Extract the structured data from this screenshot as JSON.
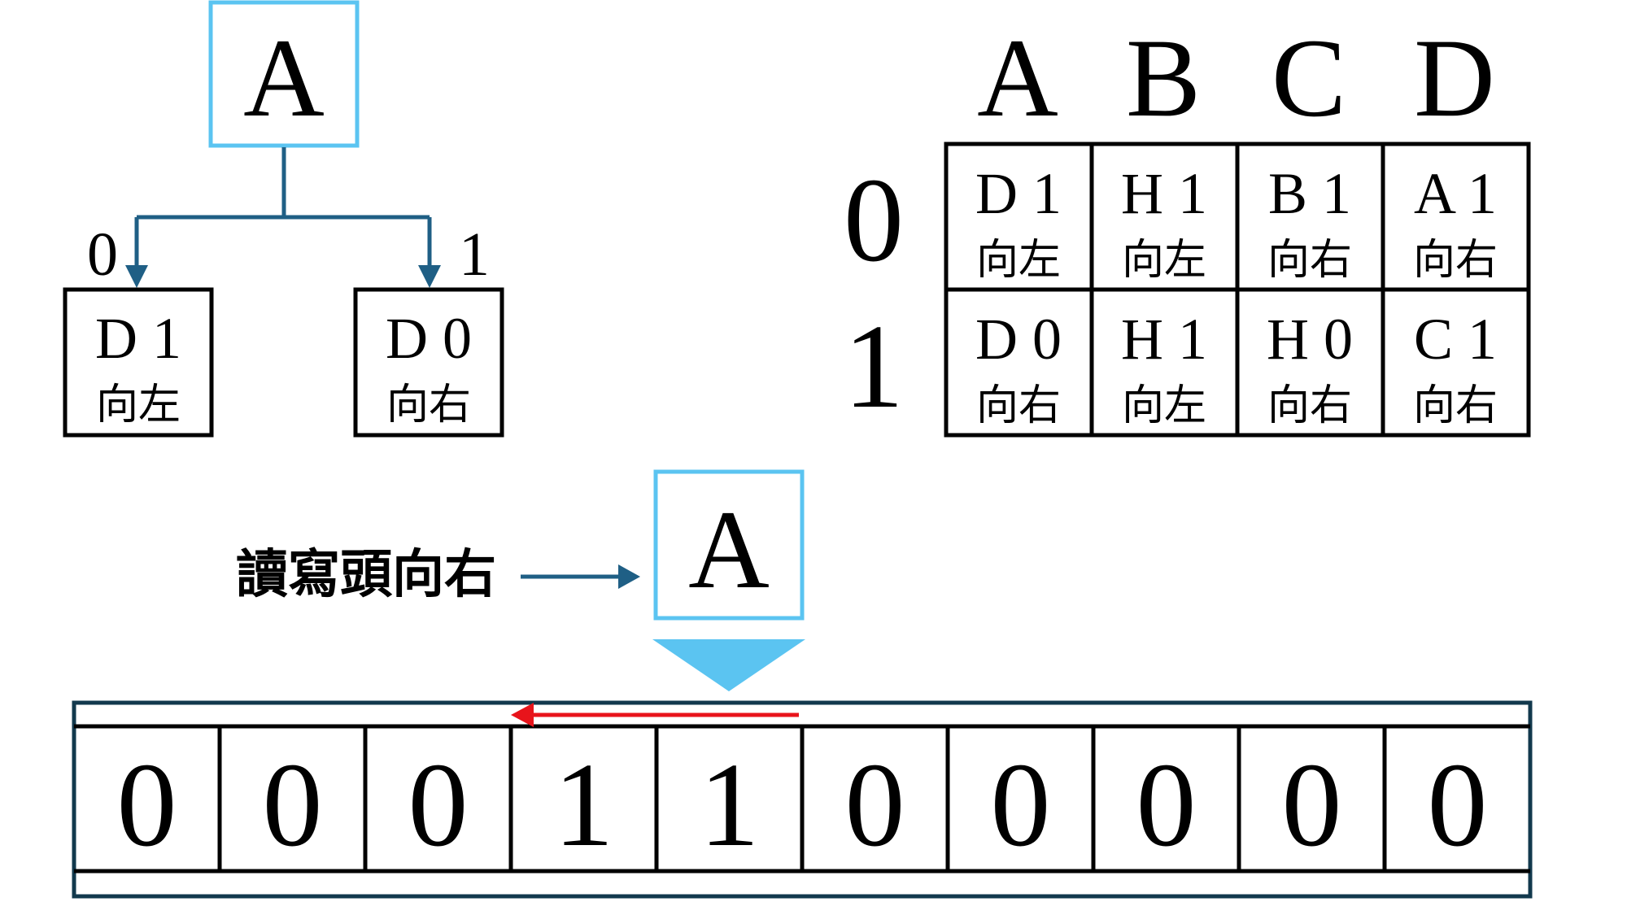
{
  "tree": {
    "state": "A",
    "branch_left_label": "0",
    "branch_right_label": "1",
    "left_box": {
      "line1": "D 1",
      "line2": "向左"
    },
    "right_box": {
      "line1": "D 0",
      "line2": "向右"
    }
  },
  "table": {
    "columns": [
      "A",
      "B",
      "C",
      "D"
    ],
    "rows": [
      {
        "label": "0",
        "cells": [
          {
            "line1": "D 1",
            "line2": "向左"
          },
          {
            "line1": "H 1",
            "line2": "向左"
          },
          {
            "line1": "B 1",
            "line2": "向右"
          },
          {
            "line1": "A 1",
            "line2": "向右"
          }
        ]
      },
      {
        "label": "1",
        "cells": [
          {
            "line1": "D 0",
            "line2": "向右"
          },
          {
            "line1": "H 1",
            "line2": "向左"
          },
          {
            "line1": "H 0",
            "line2": "向右"
          },
          {
            "line1": "C 1",
            "line2": "向右"
          }
        ]
      }
    ]
  },
  "head": {
    "caption": "讀寫頭向右",
    "state": "A"
  },
  "tape": {
    "cells": [
      "0",
      "0",
      "0",
      "1",
      "1",
      "0",
      "0",
      "0",
      "0",
      "0"
    ],
    "head_index": 4
  },
  "colors": {
    "head_box": "#5bc4f1",
    "head_pointer": "#5bc4f1",
    "tree_arrow": "#1f5f85",
    "tape_border": "#12394d",
    "back_arrow": "#e8141b"
  }
}
